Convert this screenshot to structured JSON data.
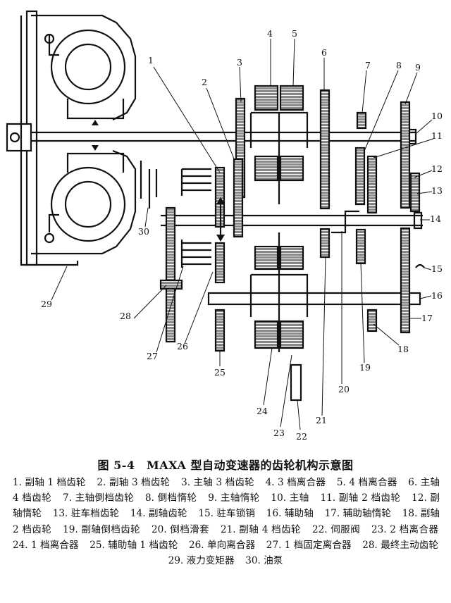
{
  "figure": {
    "title": "图 5-4　MAXA 型自动变速器的齿轮机构示意图",
    "callouts": [
      "1",
      "2",
      "3",
      "4",
      "5",
      "6",
      "7",
      "8",
      "9",
      "10",
      "11",
      "12",
      "13",
      "14",
      "15",
      "16",
      "17",
      "18",
      "19",
      "20",
      "21",
      "22",
      "23",
      "24",
      "25",
      "26",
      "27",
      "28",
      "29",
      "30"
    ],
    "legend": [
      "1. 副轴 1 档齿轮",
      "2. 副轴 3 档齿轮",
      "3. 主轴 3 档齿轮",
      "4. 3 档离合器",
      "5. 4 档离合器",
      "6. 主轴 4 档齿轮",
      "7. 主轴倒档齿轮",
      "8. 倒档惰轮",
      "9. 主轴惰轮",
      "10. 主轴",
      "11. 副轴 2 档齿轮",
      "12. 副轴惰轮",
      "13. 驻车档齿轮",
      "14. 副轴齿轮",
      "15. 驻车锁销",
      "16. 辅助轴",
      "17. 辅助轴惰轮",
      "18. 副轴 2 档齿轮",
      "19. 副轴倒档齿轮",
      "20. 倒档滑套",
      "21. 副轴 4 档齿轮",
      "22. 伺服阀",
      "23. 2 档离合器",
      "24. 1 档离合器",
      "25. 辅助轴 1 档齿轮",
      "26. 单向离合器",
      "27. 1 档固定离合器",
      "28. 最终主动齿轮",
      "29. 液力变矩器",
      "30. 油泵"
    ]
  }
}
